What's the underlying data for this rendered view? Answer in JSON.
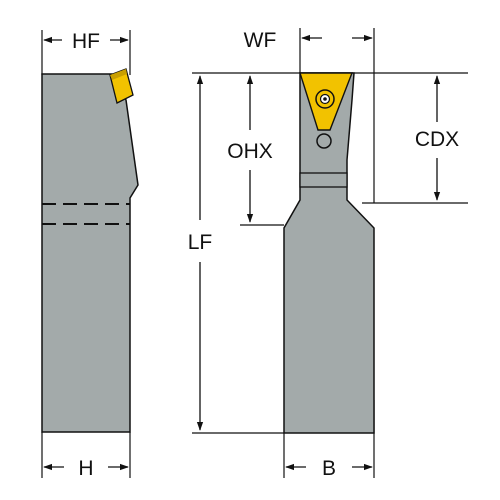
{
  "dimensions": {
    "hf": "HF",
    "wf": "WF",
    "ohx": "OHX",
    "cdx": "CDX",
    "lf": "LF",
    "h": "H",
    "b": "B"
  },
  "colors": {
    "body": "#a3aaaa",
    "outline": "#111111",
    "insert": "#f2c200",
    "background": "#ffffff"
  },
  "icons": {
    "insert_screw": "screw-icon"
  }
}
